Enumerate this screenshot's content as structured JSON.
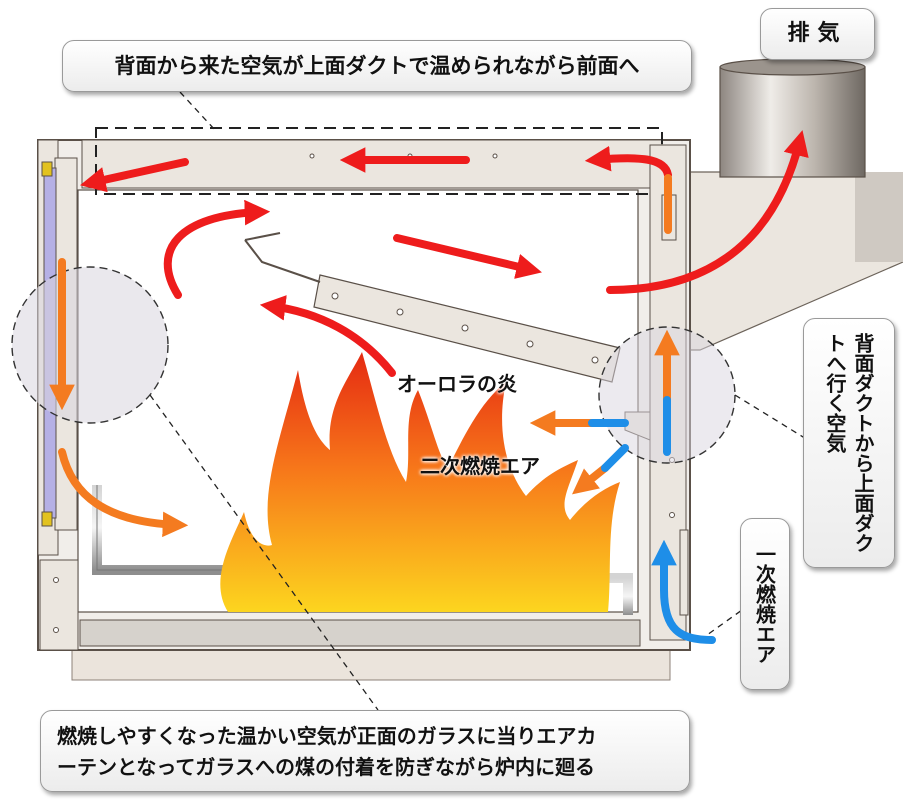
{
  "callouts": {
    "top": "背面から来た空気が上面ダクトで温められながら前面へ",
    "exhaust": "排気",
    "back_duct": "背面ダクトから上面ダクトへ行く空気",
    "primary_air": "一次燃焼エア",
    "bottom_line1": "燃焼しやすくなった温かい空気が正面のガラスに当りエアカ",
    "bottom_line2": "ーテンとなってガラスへの煤の付着を防ぎながら炉内に廻る"
  },
  "labels": {
    "aurora_flame": "オーロラの炎",
    "secondary_air": "二次燃焼エア"
  },
  "colors": {
    "hot_air": "#ee1c1c",
    "warm_air": "#f47b20",
    "cold_air": "#1e8ee8",
    "panel": "#ebe6df",
    "frame": "#5a5048"
  }
}
